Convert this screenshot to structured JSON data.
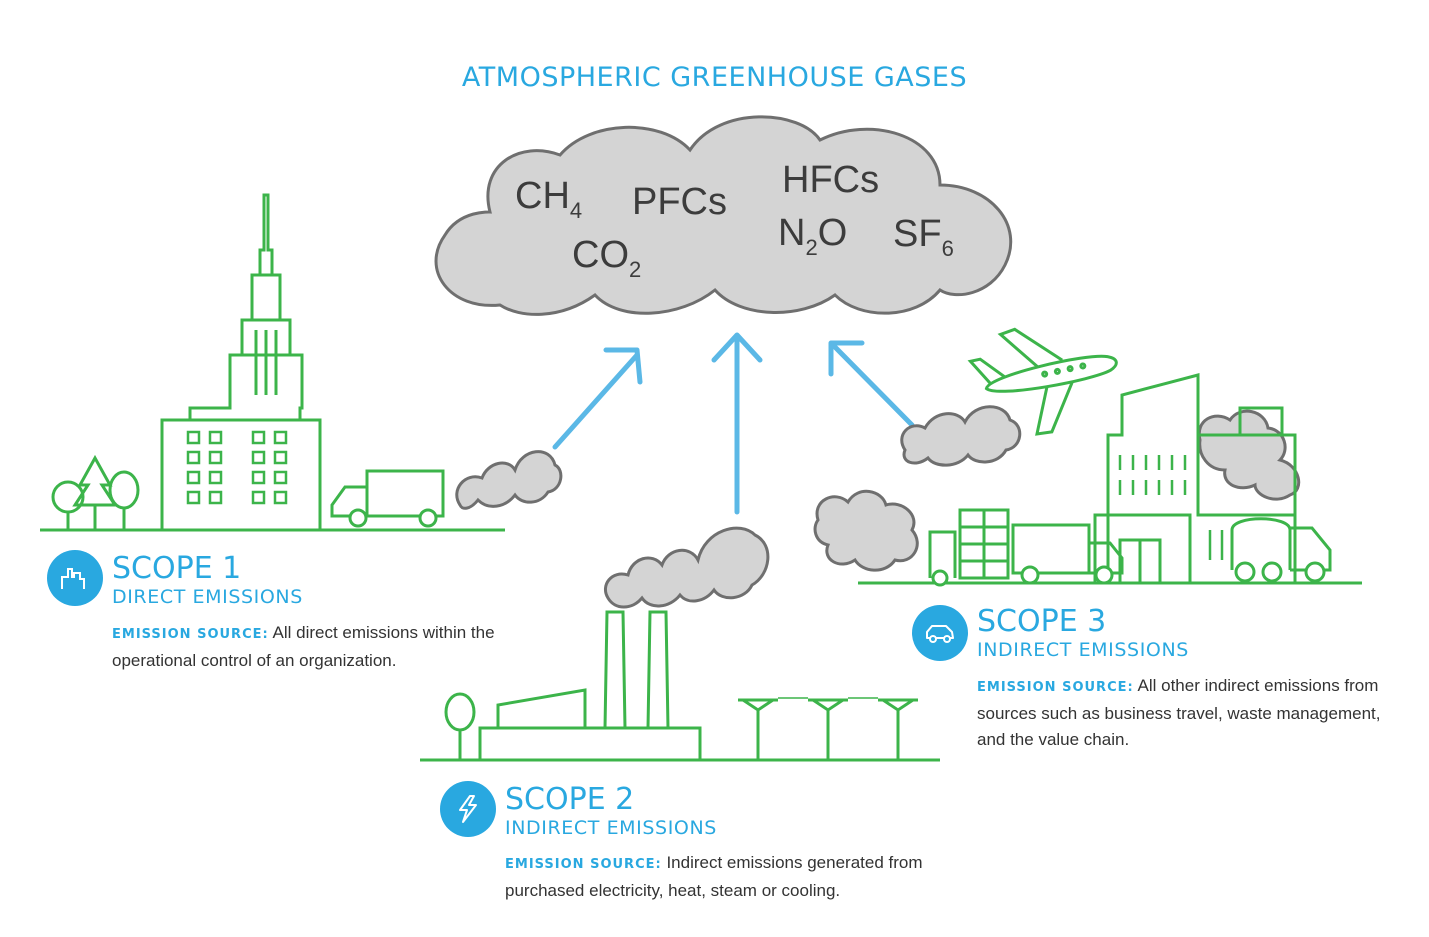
{
  "title": "ATMOSPHERIC GREENHOUSE GASES",
  "gases": [
    {
      "base": "CH",
      "sub": "4"
    },
    {
      "base": "PFCs",
      "sub": ""
    },
    {
      "base": "HFCs",
      "sub": ""
    },
    {
      "base": "CO",
      "sub": "2"
    },
    {
      "base": "N",
      "sub": "2",
      "tail": "O"
    },
    {
      "base": "SF",
      "sub": "6"
    }
  ],
  "scopes": [
    {
      "title": "SCOPE 1",
      "subtitle": "DIRECT EMISSIONS",
      "source_label": "EMISSION SOURCE:",
      "description": "All direct emissions within the operational control of an organization.",
      "icon": "building-icon"
    },
    {
      "title": "SCOPE 2",
      "subtitle": "INDIRECT EMISSIONS",
      "source_label": "EMISSION SOURCE:",
      "description": "Indirect emissions generated from purchased electricity, heat, steam or cooling.",
      "icon": "lightning-icon"
    },
    {
      "title": "SCOPE 3",
      "subtitle": "INDIRECT EMISSIONS",
      "source_label": "EMISSION SOURCE:",
      "description": "All other indirect emissions from sources such as business travel, waste management, and the value chain.",
      "icon": "car-icon"
    }
  ],
  "colors": {
    "accent_blue": "#29a8e0",
    "line_green": "#3cb44a",
    "smoke_gray": "#d4d4d4",
    "smoke_stroke": "#7a7a7a",
    "arrow_blue": "#5bb8e6"
  }
}
